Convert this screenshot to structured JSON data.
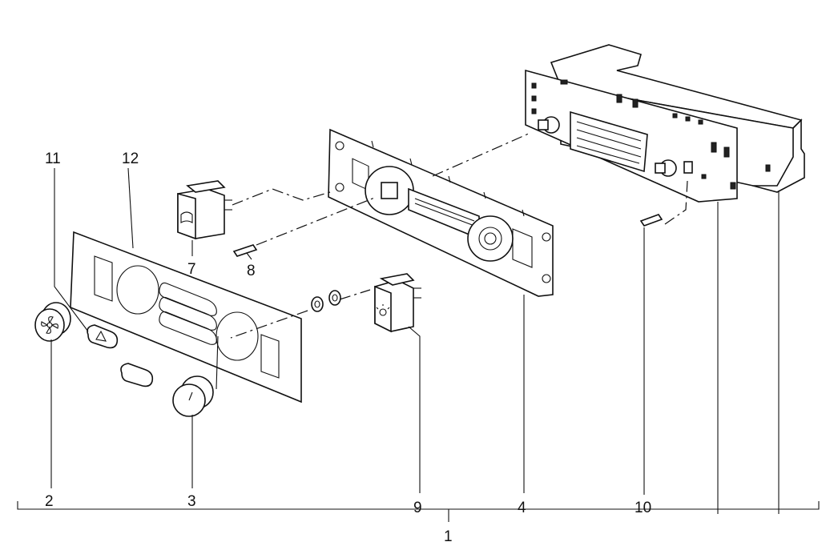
{
  "callouts": {
    "c1": "1",
    "c2": "2",
    "c3": "3",
    "c4": "4",
    "c7": "7",
    "c8": "8",
    "c9": "9",
    "c10": "10",
    "c11": "11",
    "c12": "12"
  },
  "icons": {
    "fan_knob": "fan-icon",
    "hazard_switch": "warning-triangle-icon",
    "rear_defrost_switch": "rear-window-heater-icon",
    "light_switch": "lamp-icon"
  },
  "colors": {
    "line": "#111111",
    "background": "#ffffff"
  }
}
